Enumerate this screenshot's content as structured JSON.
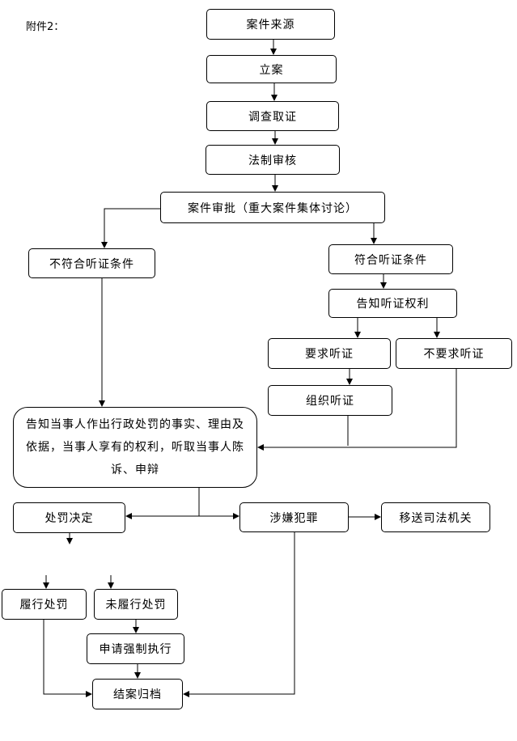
{
  "caption": "附件2：",
  "nodes": {
    "case_source": "案件来源",
    "filing": "立案",
    "investigation": "调查取证",
    "legal_review": "法制审核",
    "approval": "案件审批（重大案件集体讨论）",
    "not_hearing": "不符合听证条件",
    "hearing": "符合听证条件",
    "notify_rights": "告知听证权利",
    "request_hearing": "要求听证",
    "no_request_hearing": "不要求听证",
    "organize_hearing": "组织听证",
    "inform_party": "告知当事人作出行政处罚的事实、理由及依据，当事人享有的权利，听取当事人陈诉、申辩",
    "penalty_decision": "处罚决定",
    "suspected_crime": "涉嫌犯罪",
    "transfer_judicial": "移送司法机关",
    "perform_penalty": "履行处罚",
    "not_perform": "未履行处罚",
    "apply_enforcement": "申请强制执行",
    "close_case": "结案归档"
  }
}
